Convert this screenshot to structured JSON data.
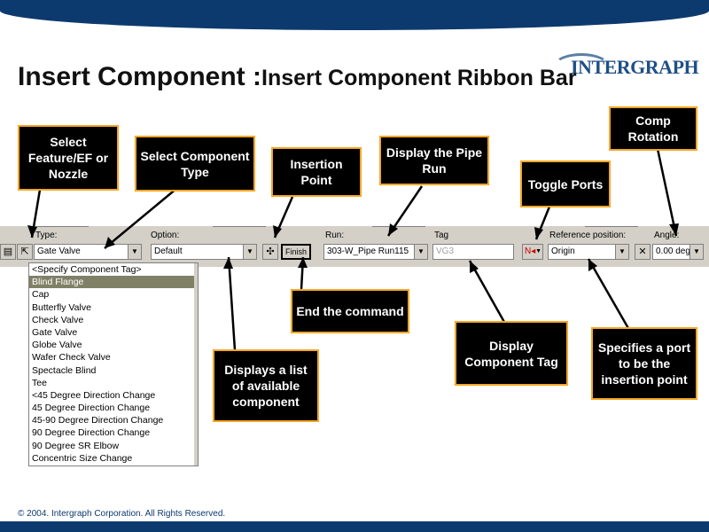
{
  "slide": {
    "title_main": "Insert Component :",
    "title_sub": "Insert Component Ribbon Bar",
    "logo_text": "INTERGRAPH",
    "copyright": "© 2004. Intergraph Corporation. All Rights Reserved."
  },
  "ribbon": {
    "type_label": "Type:",
    "type_value": "Gate Valve",
    "option_label": "Option:",
    "option_value": "Default",
    "finish_label": "Finish",
    "run_label": "Run:",
    "run_value": "303-W_Pipe Run115",
    "tag_label": "Tag",
    "tag_value": "VG3",
    "refpos_label": "Reference position:",
    "refpos_value": "Origin",
    "angle_label": "Angle:",
    "angle_value": "0.00 deg"
  },
  "component_list": [
    "<Specify Component Tag>",
    "Blind Flange",
    "Cap",
    "Butterfly Valve",
    "Check Valve",
    "Gate Valve",
    "Globe Valve",
    "Wafer Check Valve",
    "Spectacle Blind",
    "Tee",
    "<45 Degree Direction Change",
    "45 Degree Direction Change",
    "45-90 Degree Direction Change",
    "90 Degree Direction Change",
    "90 Degree SR Elbow",
    "Concentric Size Change"
  ],
  "callouts": {
    "select_feature": "Select Feature/EF or Nozzle",
    "select_type": "Select Component Type",
    "insertion_point": "Insertion Point",
    "display_run": "Display the Pipe Run",
    "toggle_ports": "Toggle Ports",
    "comp_rotation": "Comp Rotation",
    "end_command": "End the command",
    "display_tag": "Display Component Tag",
    "specifies_port": "Specifies a port to be the insertion point",
    "displays_list": "Displays a list of available component"
  },
  "colors": {
    "brand_blue": "#0d3a6e",
    "callout_border": "#f5a623",
    "callout_bg": "#000000",
    "ribbon_bg": "#d4d0c8",
    "selected_item": "#808066"
  }
}
